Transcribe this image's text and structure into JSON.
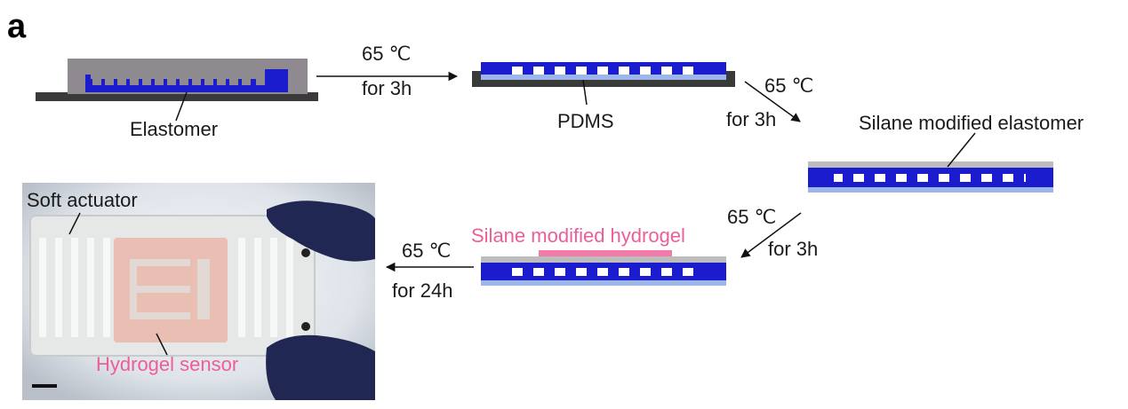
{
  "figure": {
    "panel_label": "a",
    "labels": {
      "elastomer": "Elastomer",
      "pdms": "PDMS",
      "silane_elastomer": "Silane modified elastomer",
      "silane_hydrogel": "Silane modified hydrogel",
      "soft_actuator": "Soft actuator",
      "hydrogel_sensor": "Hydrogel sensor"
    },
    "steps": [
      {
        "temp": "65 ℃",
        "time": "for 3h"
      },
      {
        "temp": "65 ℃",
        "time": "for 3h"
      },
      {
        "temp": "65 ℃",
        "time": "for 3h"
      },
      {
        "temp": "65 ℃",
        "time": "for 24h"
      }
    ],
    "colors": {
      "mold": "#8e8a8f",
      "base": "#3a3a3a",
      "elastomer_blue": "#1c1ccf",
      "channel_light": "#9db6e8",
      "coating_gray": "#bdbdbd",
      "hydrogel_pink": "#f27bab",
      "glove": "#1f2752"
    }
  }
}
